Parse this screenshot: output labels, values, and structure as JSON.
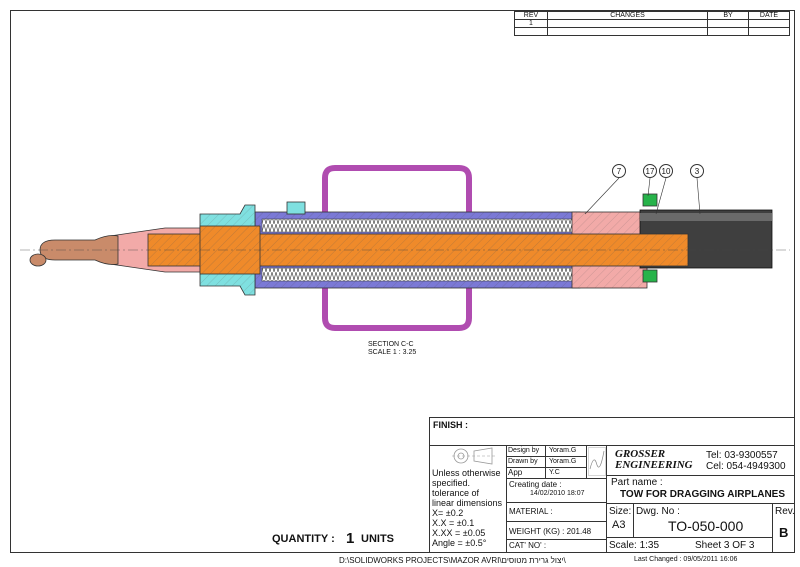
{
  "revision_table": {
    "headers": [
      "REV",
      "CHANGES",
      "BY",
      "DATE"
    ],
    "rows": [
      [
        "1",
        "",
        "",
        ""
      ]
    ]
  },
  "drawing": {
    "balloons": [
      "7",
      "17",
      "10",
      "3"
    ],
    "section_label": "SECTION C-C",
    "scale_label": "SCALE 1 : 3.25",
    "colors": {
      "hook": "#c98b6a",
      "shaft": "#ef8a2a",
      "tube": "#7b79d6",
      "handle": "#b04cb0",
      "clamp": "#7fe0e0",
      "pink": "#f2aaa8",
      "pipe": "#3f3f3f",
      "nut": "#27b34a"
    }
  },
  "title_block": {
    "finish_label": "FINISH :",
    "tolerance": [
      "Unless otherwise",
      "specified.",
      "tolerance of",
      "linear dimensions",
      "X= ±0.2",
      "X.X = ±0.1",
      "X.XX = ±0.05",
      "Angle = ±0.5°"
    ],
    "design_by_label": "Design by",
    "design_by": "Yoram.G",
    "drawn_by_label": "Drawn by",
    "drawn_by": "Yoram.G",
    "app_label": "App",
    "app_value": "Y.C",
    "creating_date_label": "Creating date :",
    "creating_date": "14/02/2010 18:07",
    "material_label": "MATERIAL :",
    "weight_label": "WEIGHT (KG) : 201.48",
    "cat_no_label": "CAT' NO' :",
    "company_line1": "GROSSER",
    "company_line2": "ENGINEERING",
    "tel": "Tel:  03-9300557",
    "cel": "Cel: 054-4949300",
    "part_name_label": "Part name :",
    "part_name": "TOW FOR DRAGGING AIRPLANES",
    "size_label": "Size:",
    "size_value": "A3",
    "dwg_no_label": "Dwg. No :",
    "dwg_no": "TO-050-000",
    "rev_label": "Rev.",
    "rev_value": "B",
    "scale_label": "Scale:  1:35",
    "sheet_label": "Sheet  3  OF  3"
  },
  "quantity": {
    "label": "QUANTITY :",
    "value": "1",
    "units": "UNITS"
  },
  "footer": {
    "path": "D:\\SOLIDWORKS PROJECTS\\MAZOR AVRI\\יצול גרירת מטוסים\\",
    "last_changed": "Last Changed  :  09/05/2011 16:06"
  }
}
